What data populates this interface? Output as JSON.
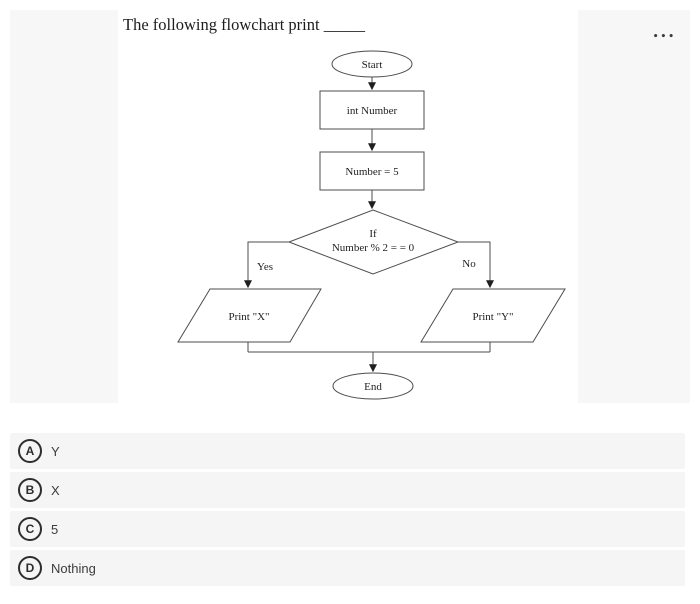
{
  "question": {
    "title": "The following flowchart print _____"
  },
  "icons": {
    "more_options": "•••"
  },
  "flowchart": {
    "start": "Start",
    "declare": "int Number",
    "assign": "Number = 5",
    "decision_line1": "If",
    "decision_line2": "Number % 2 = = 0",
    "yes_label": "Yes",
    "no_label": "No",
    "print_x": "Print \"X\"",
    "print_y": "Print \"Y\"",
    "end": "End"
  },
  "options": [
    {
      "letter": "A",
      "text": "Y"
    },
    {
      "letter": "B",
      "text": "X"
    },
    {
      "letter": "C",
      "text": "5"
    },
    {
      "letter": "D",
      "text": "Nothing"
    }
  ],
  "colors": {
    "panel_bg": "#f7f7f7",
    "option_bg": "#f5f5f6",
    "flow_line": "#4d4d4d",
    "text_dark": "#1d1d1d"
  }
}
